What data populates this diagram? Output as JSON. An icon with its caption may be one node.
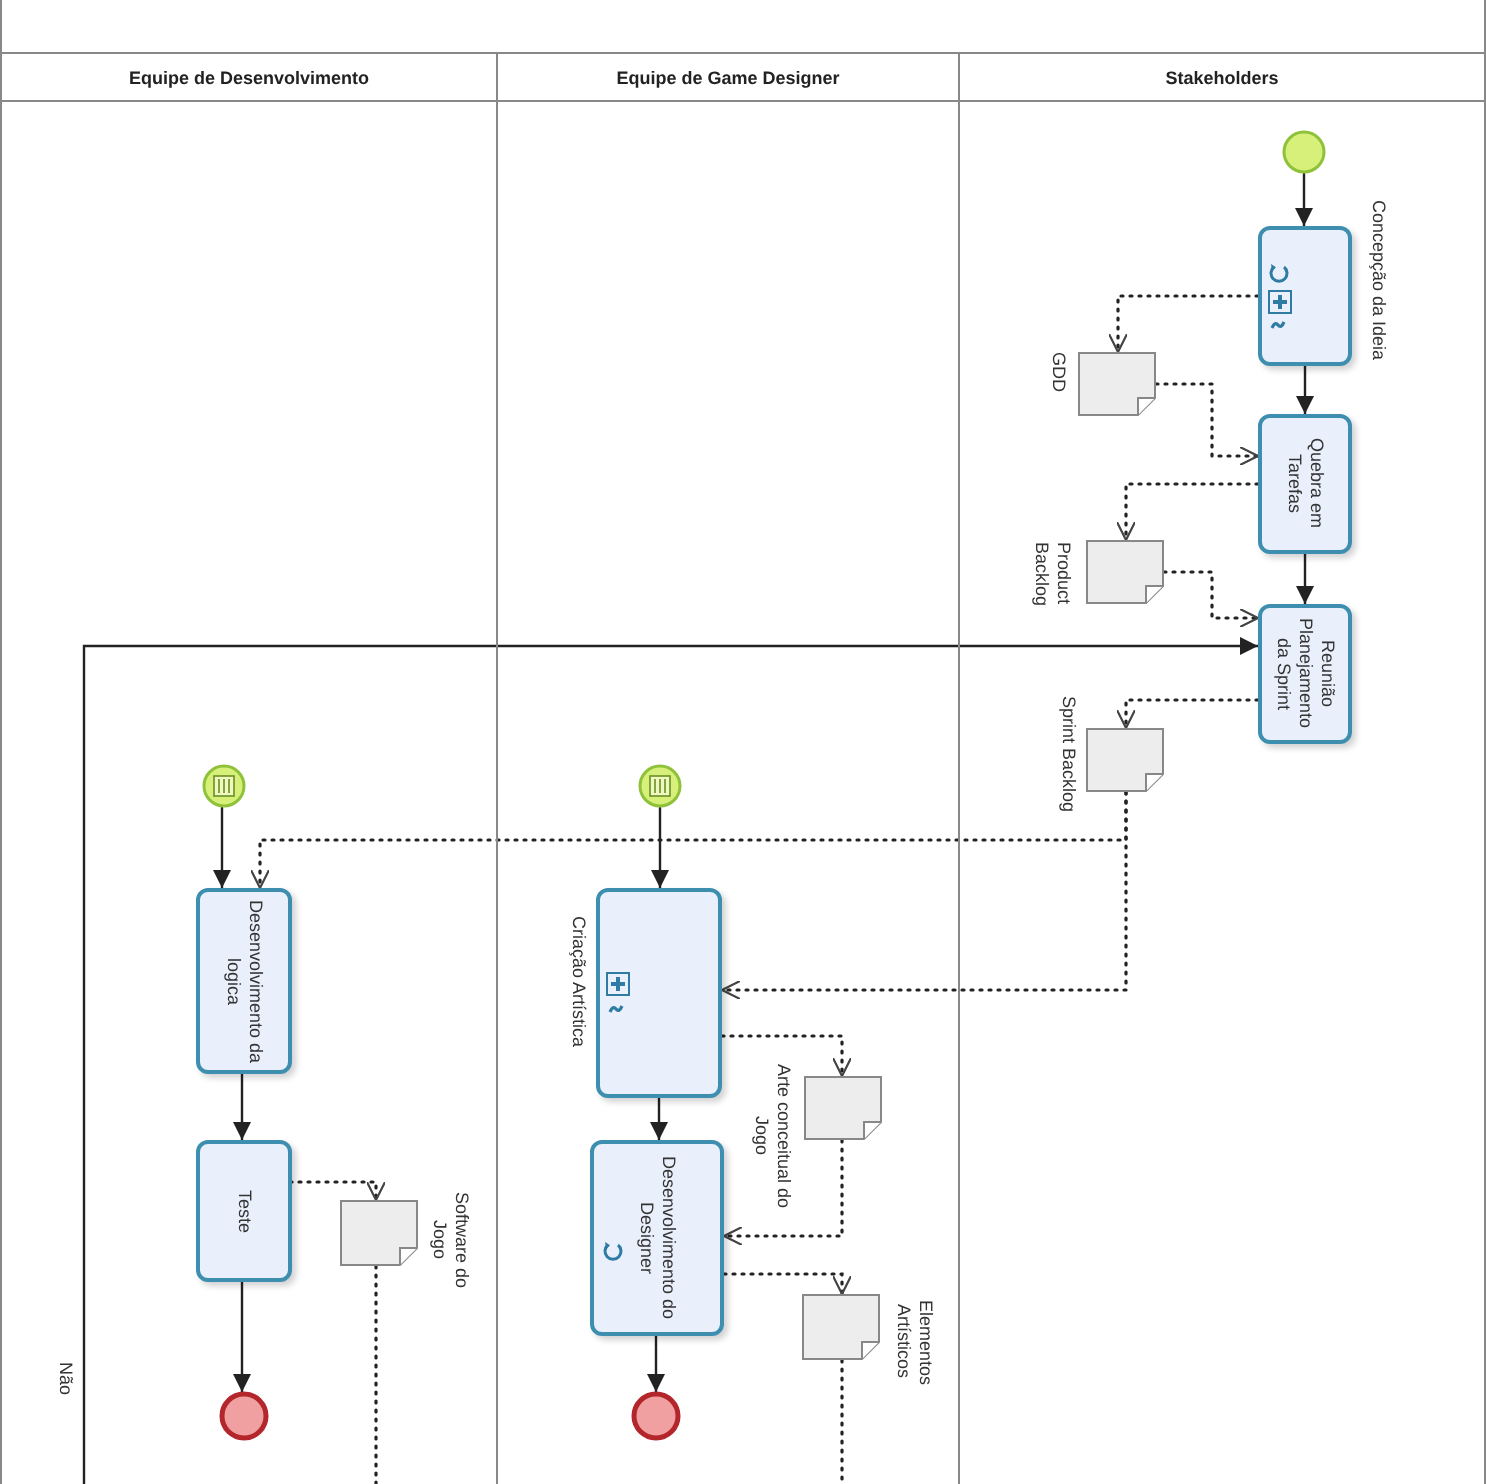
{
  "diagram": {
    "nodes": [
      {
        "text": [
          "Equipe de Desenvolvimento"
        ]
      },
      {
        "text": [
          "Equipe de Game Designer"
        ]
      },
      {
        "text": [
          "Stakeholders"
        ]
      },
      {
        "text": [],
        "shape": "circle",
        "in": 2
      },
      {
        "text": [
          "Concepção da Ideia"
        ],
        "in": 2
      },
      {
        "text": [
          "GDD"
        ],
        "in": 2
      },
      {
        "text": [
          "Quebra em Tarefas"
        ],
        "in": 2
      },
      {
        "text": [
          "Product Backlog"
        ],
        "in": 2
      },
      {
        "text": [
          "Reunião Planejamento da Sprint"
        ],
        "in": 2
      },
      {
        "text": [
          "Sprint Backlog"
        ],
        "in": 2
      },
      {
        "text": [],
        "shape": "circle",
        "in": 0
      },
      {
        "text": [
          "Desenvolvimento da logica"
        ],
        "in": 0
      },
      {
        "text": [
          "Teste"
        ],
        "in": 0
      },
      {
        "text": [
          "Software do Jogo"
        ],
        "in": 0
      },
      {
        "text": [],
        "shape": "circle",
        "in": 0
      },
      {
        "text": [],
        "shape": "circle",
        "in": 1
      },
      {
        "text": [
          "Criação Artística"
        ],
        "in": 1
      },
      {
        "text": [
          "Arte conceitual do Jogo"
        ],
        "in": 1
      },
      {
        "text": [
          "Desenvolvimento do Designer"
        ],
        "in": 1
      },
      {
        "text": [
          "Elementos Artísticos"
        ],
        "in": 1
      },
      {
        "text": [],
        "shape": "circle",
        "in": 1
      }
    ],
    "edges": [
      {
        "from": 3,
        "to": 4,
        "arrow": "to"
      },
      {
        "from": 4,
        "to": 6,
        "arrow": "to"
      },
      {
        "from": 6,
        "to": 8,
        "arrow": "to"
      },
      {
        "from": 4,
        "to": 5,
        "arrow": "to",
        "style": "dashed"
      },
      {
        "from": 5,
        "to": 6,
        "arrow": "to",
        "style": "dashed"
      },
      {
        "from": 6,
        "to": 7,
        "arrow": "to",
        "style": "dashed"
      },
      {
        "from": 7,
        "to": 8,
        "arrow": "to",
        "style": "dashed"
      },
      {
        "from": 8,
        "to": 9,
        "arrow": "to",
        "style": "dashed"
      },
      {
        "from": 9,
        "to": 11,
        "arrow": "to",
        "style": "dashed"
      },
      {
        "from": 9,
        "to": 16,
        "arrow": "to",
        "style": "dashed"
      },
      {
        "from": 10,
        "to": 11,
        "arrow": "to"
      },
      {
        "from": 11,
        "to": 12,
        "arrow": "to"
      },
      {
        "from": 12,
        "to": 13,
        "arrow": "to",
        "style": "dashed"
      },
      {
        "from": 13,
        "to": null,
        "arrow": "none",
        "style": "dashed"
      },
      {
        "from": 12,
        "to": 14,
        "arrow": "to"
      },
      {
        "from": 15,
        "to": 16,
        "arrow": "to"
      },
      {
        "from": 16,
        "to": 18,
        "arrow": "to"
      },
      {
        "from": 16,
        "to": 17,
        "arrow": "to",
        "style": "dashed"
      },
      {
        "from": 17,
        "to": 18,
        "arrow": "to",
        "style": "dashed"
      },
      {
        "from": 18,
        "to": 19,
        "arrow": "to",
        "style": "dashed"
      },
      {
        "from": 19,
        "to": null,
        "arrow": "none",
        "style": "dashed"
      },
      {
        "from": 18,
        "to": 20,
        "arrow": "to"
      },
      {
        "from": null,
        "to": 8,
        "arrow": "to",
        "label": "Não"
      }
    ]
  }
}
